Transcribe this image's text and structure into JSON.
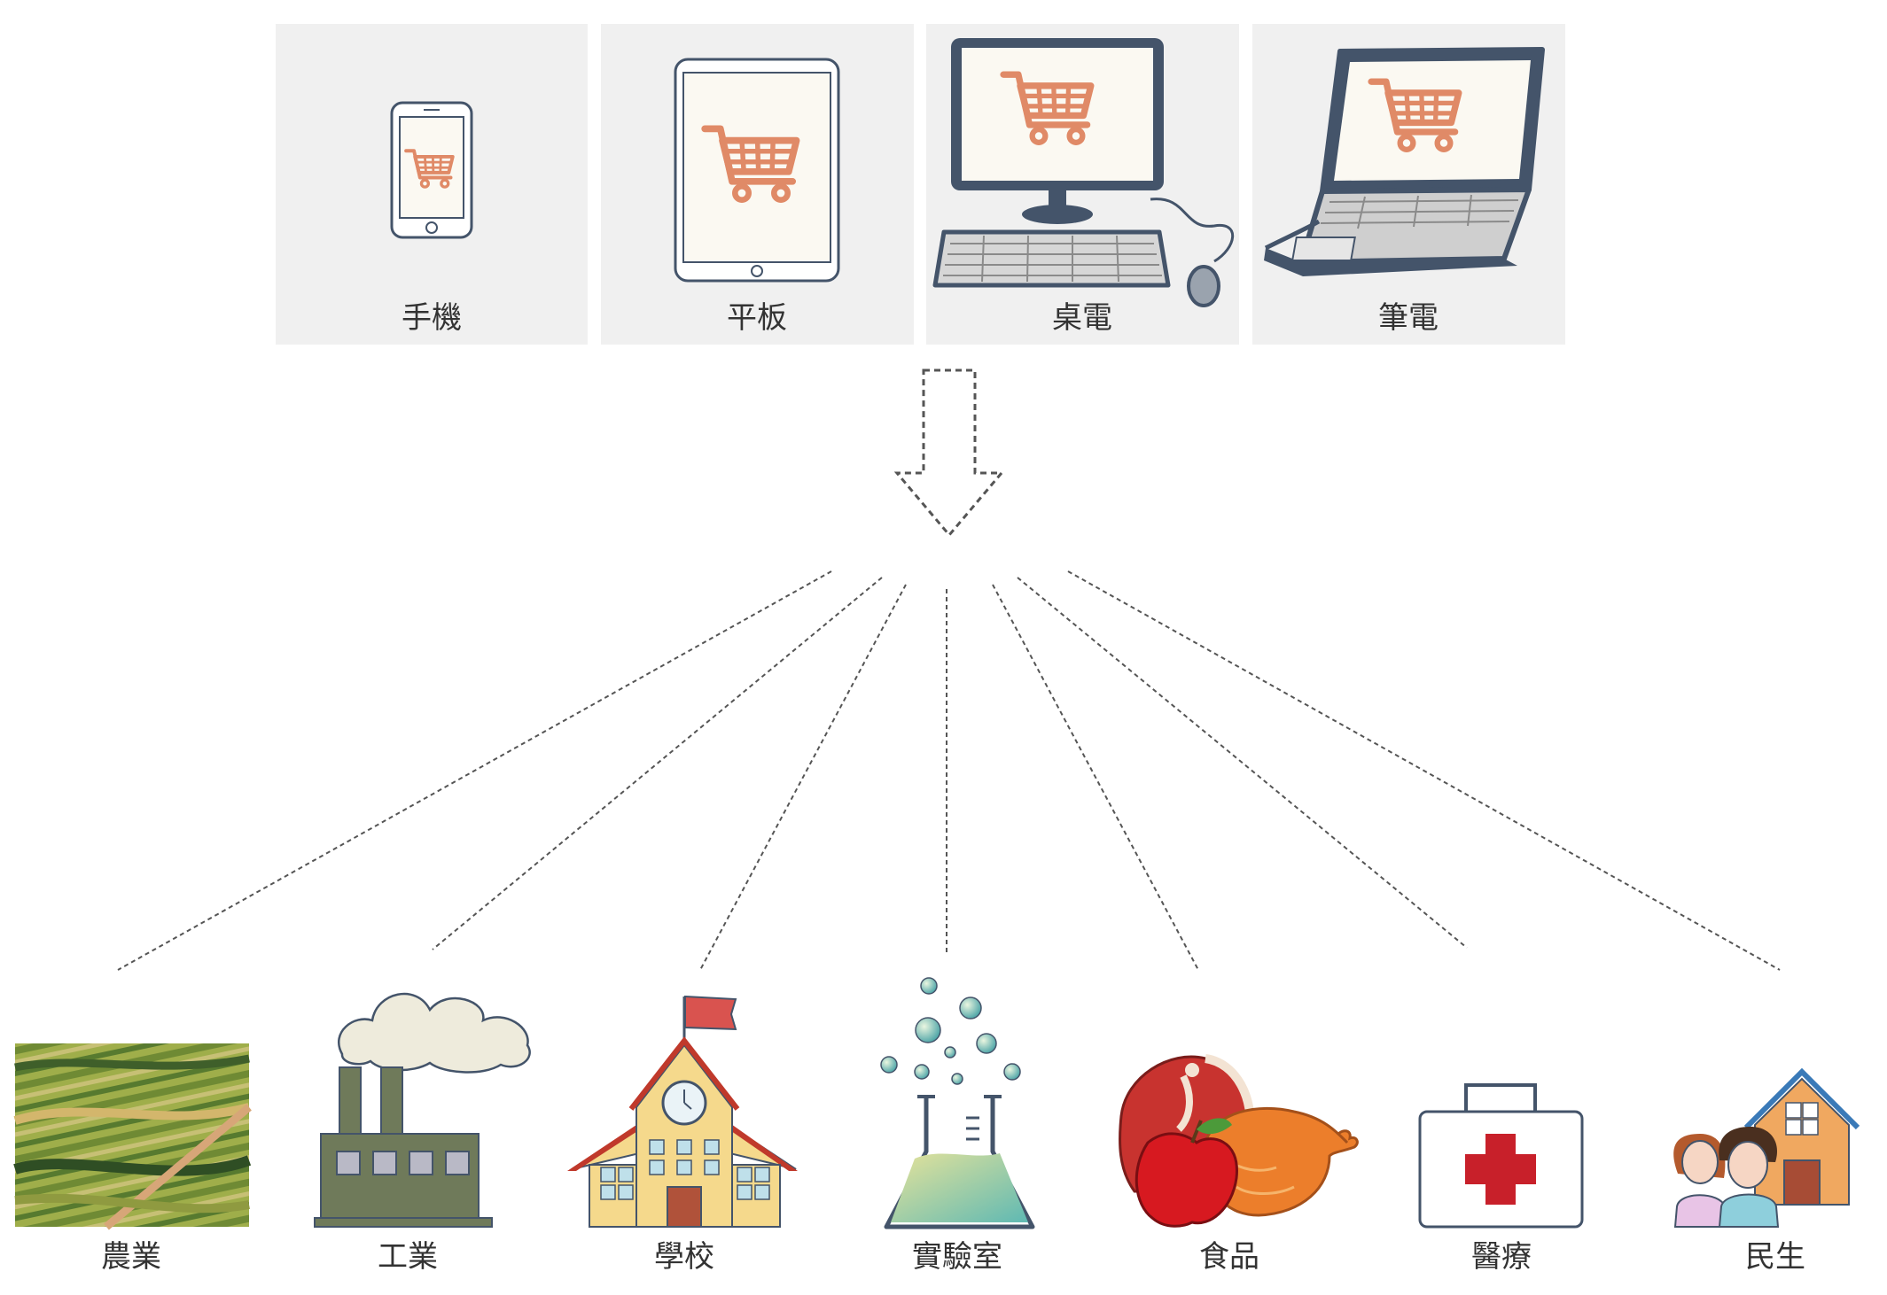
{
  "devices": [
    {
      "label": "手機",
      "icon": "smartphone-icon"
    },
    {
      "label": "平板",
      "icon": "tablet-icon"
    },
    {
      "label": "桌電",
      "icon": "desktop-computer-icon"
    },
    {
      "label": "筆電",
      "icon": "laptop-icon"
    }
  ],
  "cart_icon": "shopping-cart-icon",
  "arrow_icon": "dashed-down-arrow-icon",
  "sectors": [
    {
      "label": "農業",
      "icon": "farmland-icon"
    },
    {
      "label": "工業",
      "icon": "factory-icon"
    },
    {
      "label": "學校",
      "icon": "school-icon"
    },
    {
      "label": "實驗室",
      "icon": "lab-flask-icon"
    },
    {
      "label": "食品",
      "icon": "food-icon"
    },
    {
      "label": "醫療",
      "icon": "first-aid-kit-icon"
    },
    {
      "label": "民生",
      "icon": "family-home-icon"
    }
  ],
  "colors": {
    "tile_bg": "#f0f0f0",
    "cart": "#e08a67",
    "device_frame": "#44546a",
    "screen": "#fbf9f2",
    "text": "#333333",
    "connector": "#666666"
  }
}
